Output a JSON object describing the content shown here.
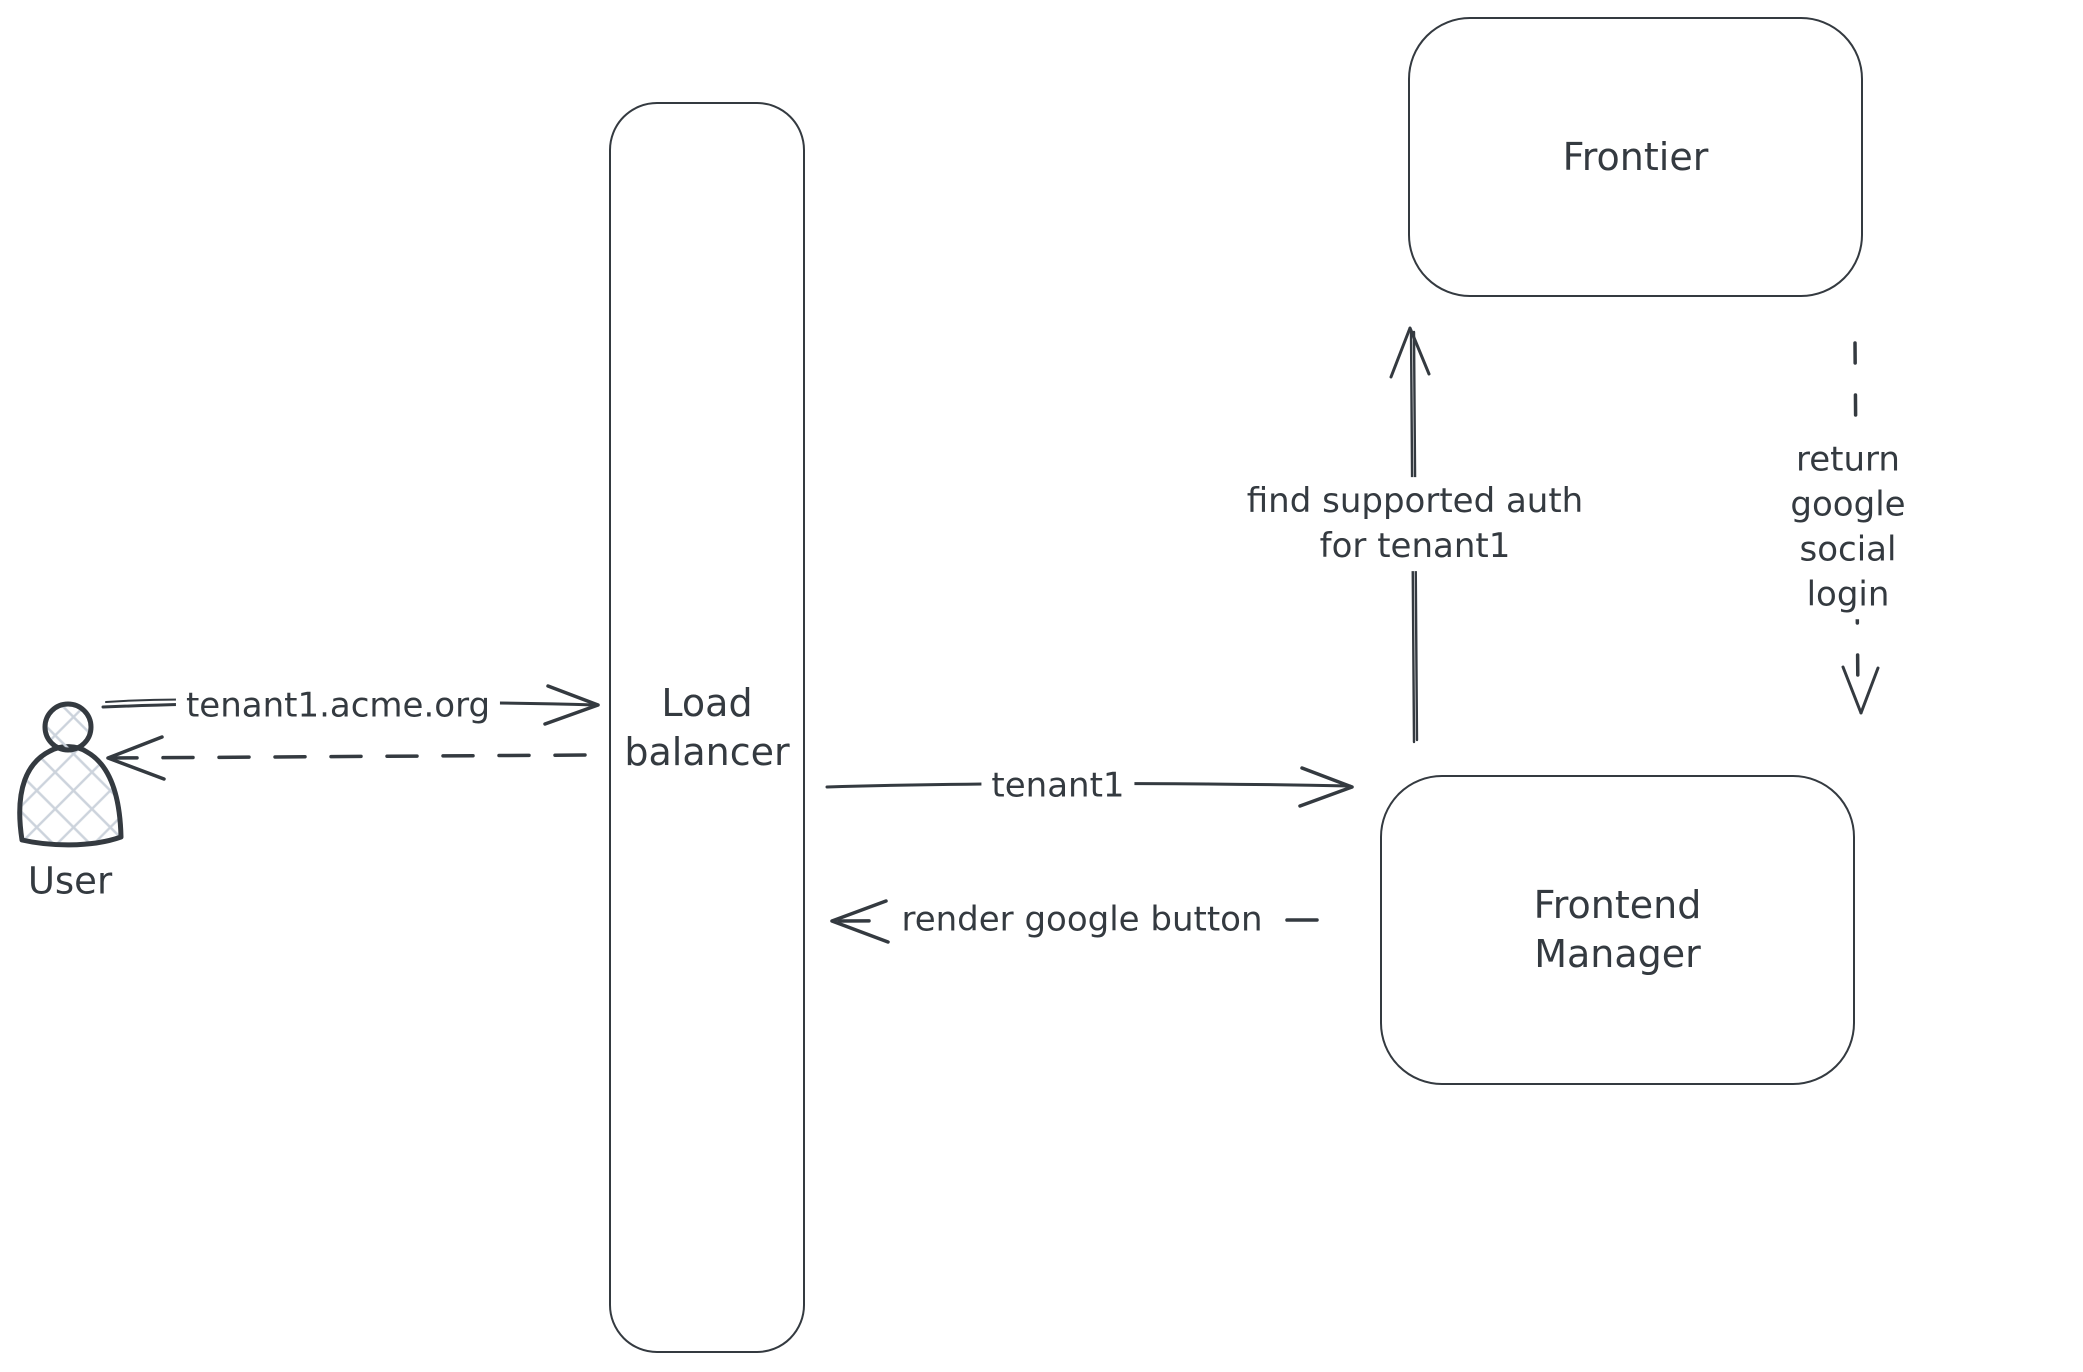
{
  "diagram": {
    "background": "#ffffff",
    "stroke_color": "#343a40",
    "hatch_color": "#ccd3dc",
    "nodes": {
      "user": {
        "label": "User",
        "icon": "person-icon"
      },
      "load_balancer": {
        "label": "Load\nbalancer"
      },
      "frontier": {
        "label": "Frontier"
      },
      "frontend_manager": {
        "label": "Frontend\nManager"
      }
    },
    "edges": {
      "user_to_load_balancer": {
        "label": "tenant1.acme.org",
        "style": "solid-arrow-right"
      },
      "load_balancer_to_user": {
        "label": "",
        "style": "dashed-arrow-left"
      },
      "load_balancer_to_frontend_manager": {
        "label": "tenant1",
        "style": "solid-arrow-right"
      },
      "frontend_manager_to_load_balancer": {
        "label": "render google button",
        "style": "dashed-arrow-left"
      },
      "frontend_manager_to_frontier": {
        "label": "find supported auth\nfor tenant1",
        "style": "solid-arrow-up"
      },
      "frontier_to_frontend_manager": {
        "label": "return google social\nlogin",
        "style": "dashed-arrow-down"
      }
    }
  }
}
